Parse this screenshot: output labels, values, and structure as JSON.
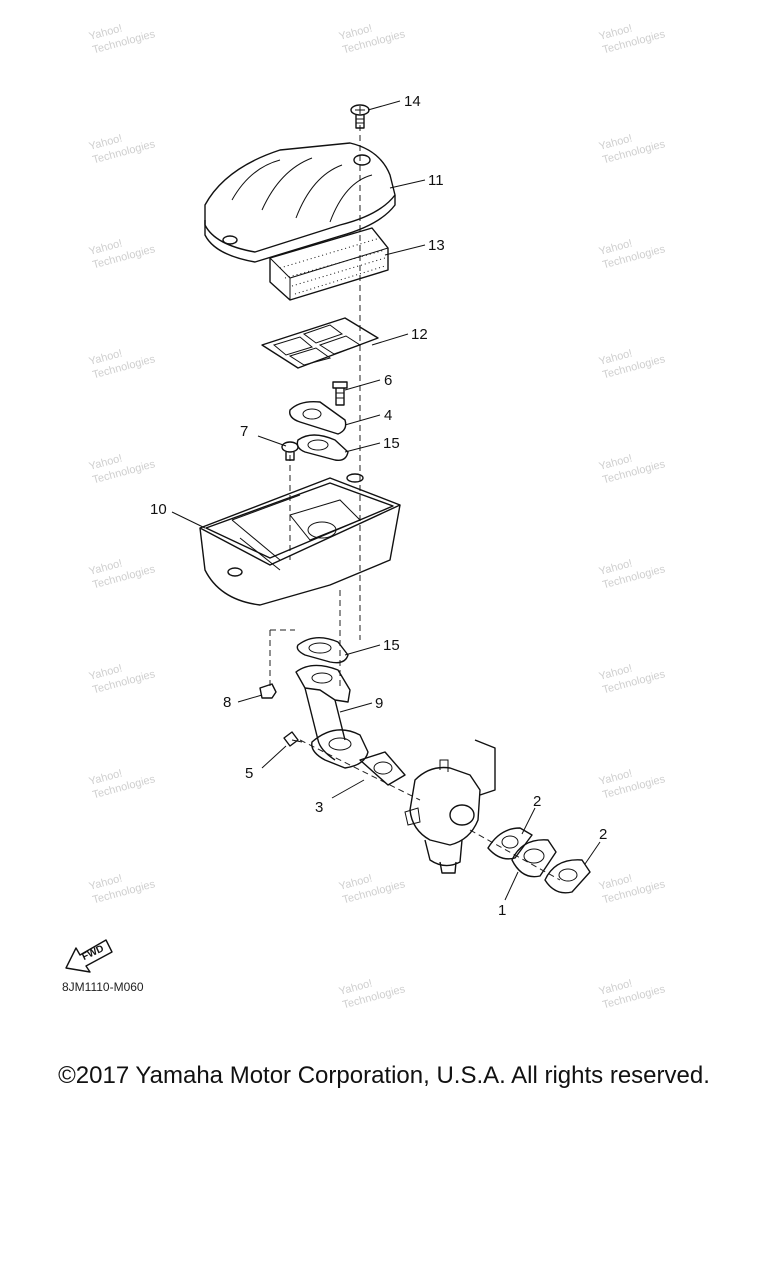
{
  "callouts": {
    "c14": "14",
    "c11": "11",
    "c13": "13",
    "c12": "12",
    "c6": "6",
    "c4": "4",
    "c7": "7",
    "c15a": "15",
    "c10": "10",
    "c15b": "15",
    "c9": "9",
    "c8": "8",
    "c5": "5",
    "c3": "3",
    "c2a": "2",
    "c2b": "2",
    "c1": "1"
  },
  "fwd_label": "FWD",
  "diagram_code": "8JM1110-M060",
  "copyright": "©2017 Yamaha Motor Corporation, U.S.A. All rights reserved.",
  "watermark": {
    "line1": "Yahoo!",
    "line2": "Technologies"
  }
}
